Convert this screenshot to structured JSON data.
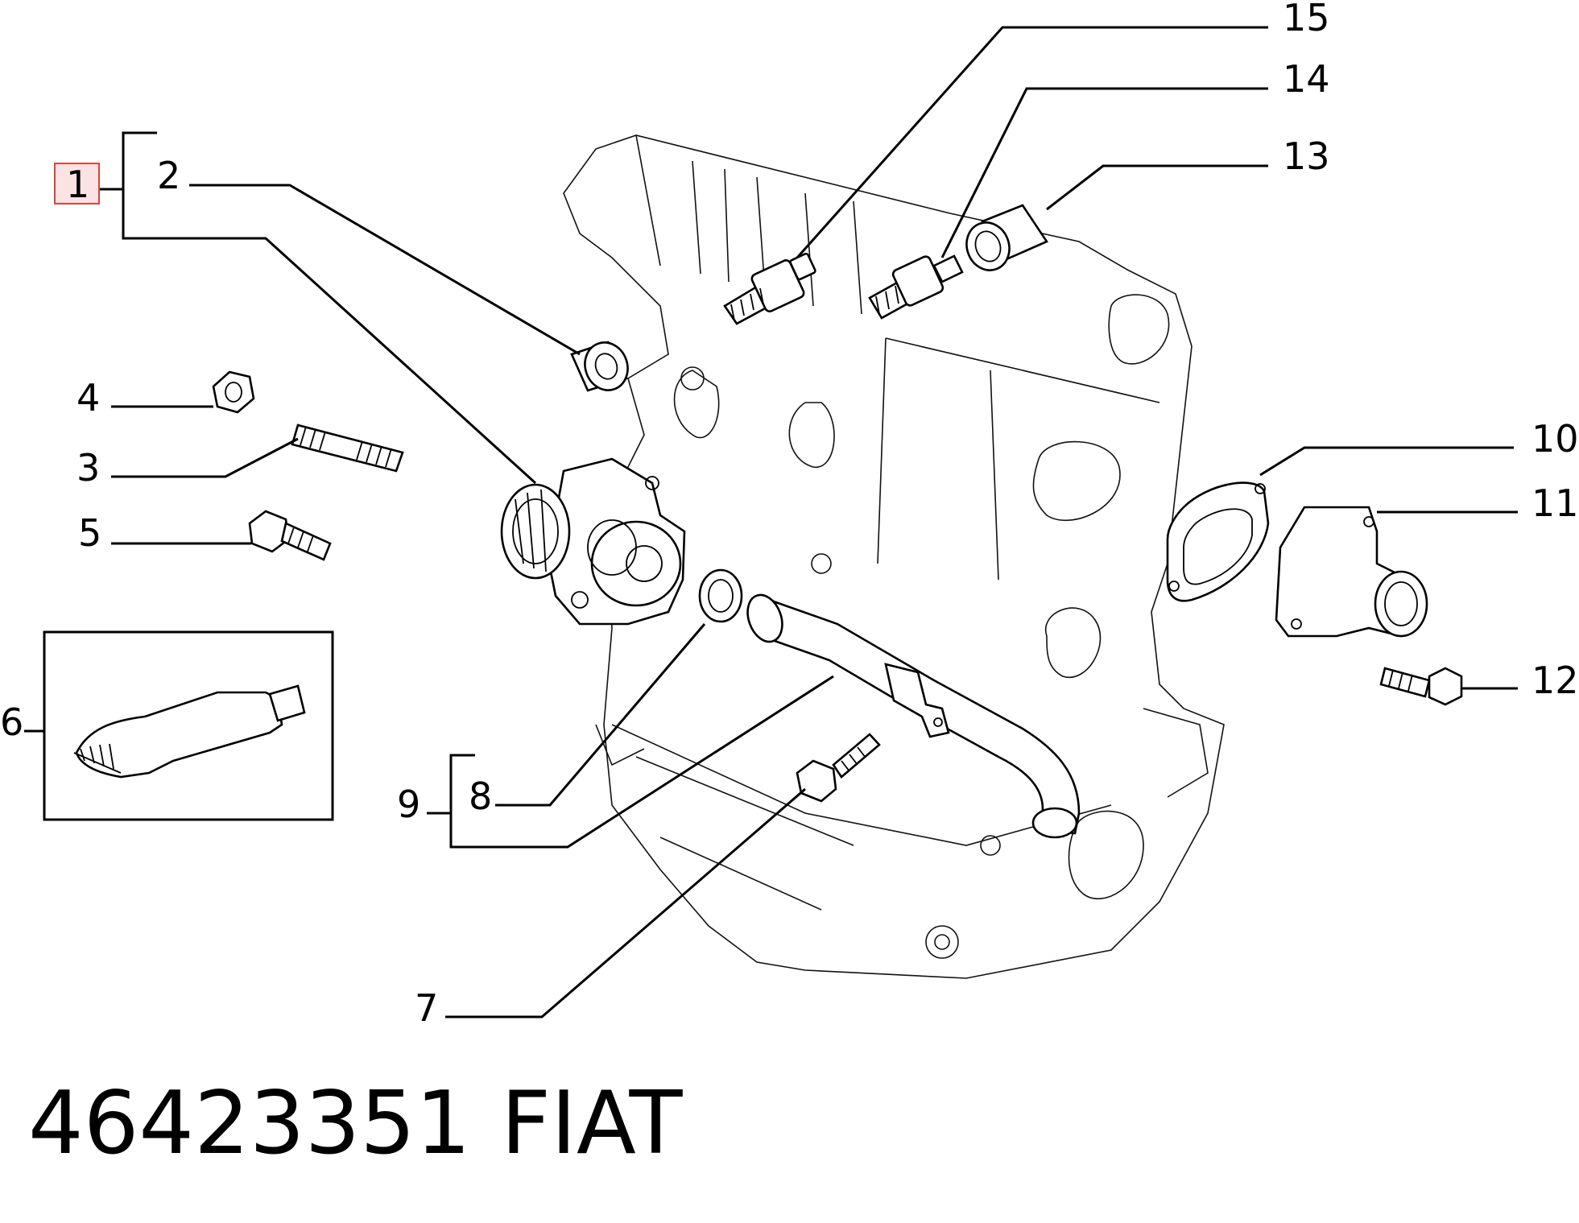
{
  "diagram": {
    "callouts": {
      "c1": "1",
      "c2": "2",
      "c3": "3",
      "c4": "4",
      "c5": "5",
      "c6": "6",
      "c7": "7",
      "c8": "8",
      "c9": "9",
      "c10": "10",
      "c11": "11",
      "c12": "12",
      "c13": "13",
      "c14": "14",
      "c15": "15"
    },
    "selected_callout": "1",
    "highlight_color": "#d9443c"
  },
  "footer": {
    "part_number": "46423351",
    "brand": "FIAT"
  }
}
